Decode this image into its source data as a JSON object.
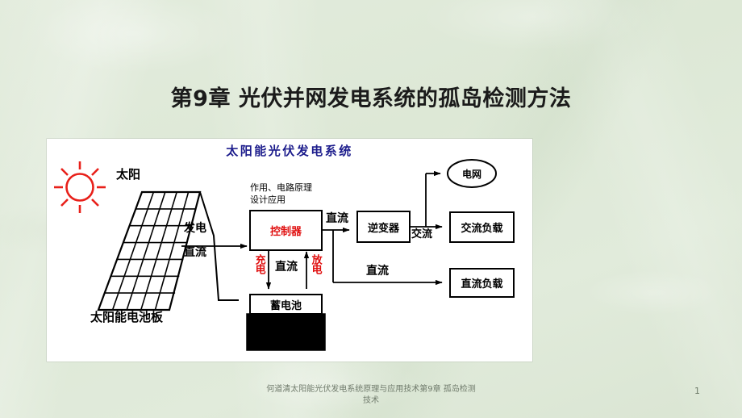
{
  "slide": {
    "title": "第9章 光伏并网发电系统的孤岛检测方法",
    "background_color": "#dfe9da",
    "page_number": "1",
    "footer_line1": "何道清太阳能光伏发电系统原理与应用技术第9章 孤岛检测",
    "footer_line2": "技术"
  },
  "diagram": {
    "title": "太阳能光伏发电系统",
    "title_color": "#1c1c8c",
    "panel_background": "#ffffff",
    "sun": {
      "label": "太阳",
      "color": "#e8201a",
      "rays": 8
    },
    "solar_panel": {
      "label": "太阳能电池板",
      "grid_cols": 5,
      "grid_rows": 7
    },
    "controller": {
      "label": "控制器",
      "label_color": "#e01010",
      "note_line1": "作用、电路原理",
      "note_line2": "设计应用"
    },
    "battery": {
      "label": "蓄电池"
    },
    "inverter": {
      "label": "逆变器"
    },
    "grid": {
      "label": "电网"
    },
    "ac_load": {
      "label": "交流负载"
    },
    "dc_load": {
      "label": "直流负载"
    },
    "flows": {
      "panel_to_controller_top": "发电",
      "panel_to_controller_bottom": "直流",
      "controller_to_inverter": "直流",
      "controller_charge": "充电",
      "controller_battery_dc": "直流",
      "controller_discharge": "放电",
      "inverter_ac": "交流",
      "controller_to_dc_load": "直流"
    }
  }
}
